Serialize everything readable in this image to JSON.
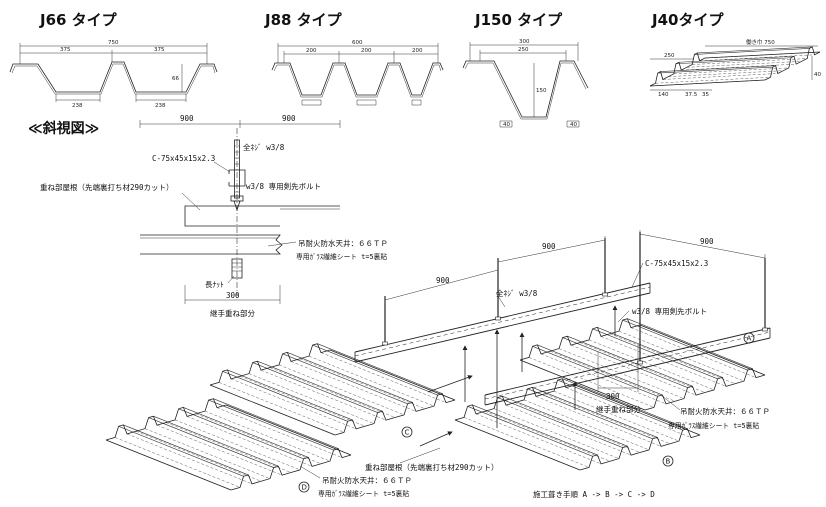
{
  "profiles": [
    {
      "title": "J66 タイプ",
      "total": "750",
      "pitch": [
        "375",
        "375"
      ],
      "bottom": [
        "238",
        "238"
      ],
      "height": "66"
    },
    {
      "title": "J88 タイプ",
      "total": "600",
      "pitch": [
        "200",
        "200",
        "200"
      ]
    },
    {
      "title": "J150 タイプ",
      "total": "300",
      "pitch": [
        "250"
      ],
      "height": "150",
      "flange": [
        "40",
        "40"
      ]
    },
    {
      "title": "J40タイプ",
      "total": "働き巾 750",
      "pitch": [
        "250"
      ],
      "height": "40",
      "bottom": [
        "140",
        "37.5",
        "35"
      ]
    }
  ],
  "section_title": "≪斜視図≫",
  "detail": {
    "spans": [
      "900",
      "900"
    ],
    "rod": "全ﾈｼﾞ w3/8",
    "purlin": "C-75x45x15x2.3",
    "bolt": "w3/8 専用剣先ボルト",
    "overlap_roof": "重ね部屋根（先端裏打ち材290カット）",
    "ceiling": "吊耐火防水天井：６６ＴＰ",
    "sheet": "専用ｶﾞﾗｽ繊維シート t=5裏貼",
    "long_nut": "長ﾅｯﾄ",
    "joint_width": "300",
    "joint_label": "継手重ね部分"
  },
  "perspective": {
    "spans": [
      "900",
      "900",
      "900"
    ],
    "purlin": "C-75x45x15x2.3",
    "rod": "全ﾈｼﾞ w3/8",
    "bolt": "w3/8 専用剣先ボルト",
    "joint_width": "300",
    "joint_label": "継手重ね部分",
    "ceiling_right": "吊耐火防水天井：６６ＴＰ",
    "sheet_right": "専用ｶﾞﾗｽ繊維シート t=5裏貼",
    "overlap_roof": "重ね部屋根（先端裏打ち材290カット）",
    "ceiling_bottom": "吊耐火防水天井：６６ＴＰ",
    "sheet_bottom": "専用ｶﾞﾗｽ繊維シート t=5裏貼",
    "markers": [
      "A",
      "B",
      "C",
      "D"
    ],
    "sequence": "施工葺き手順 A -> B -> C -> D"
  },
  "colors": {
    "line": "#222222",
    "background": "#ffffff"
  }
}
